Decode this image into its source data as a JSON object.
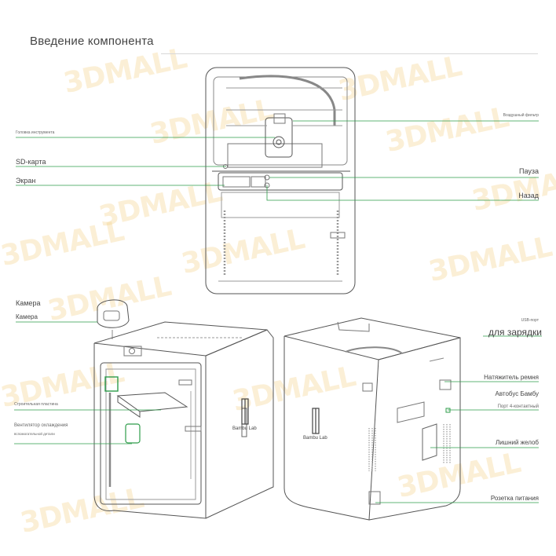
{
  "title": "Введение компонента",
  "watermark": "3DMALL",
  "colors": {
    "leader": "#2e9c4a",
    "outline": "#555555",
    "text": "#444444"
  },
  "labels": {
    "tool_head": "Головка инструмента",
    "sd_card": "SD-карта",
    "screen": "Экран",
    "air_filter": "Воздушный фильтр",
    "pause": "Пауза",
    "back": "Назад",
    "camera_1": "Камера",
    "camera_2": "Камера",
    "build_plate": "Строительная пластина",
    "fan_1": "Вентилятор охлаждения",
    "fan_2": "вспомогательной детали",
    "usb_port": "USB-порт",
    "charging": "для зарядки",
    "belt_tensioner": "Натяжитель ремня",
    "bambu_bus": "Автобус Бамбу",
    "port_4pin": "Порт 4-контактный",
    "extra_chute": "Лишний желоб",
    "power_socket": "Розетка питания",
    "brand": "Bambu Lab"
  }
}
